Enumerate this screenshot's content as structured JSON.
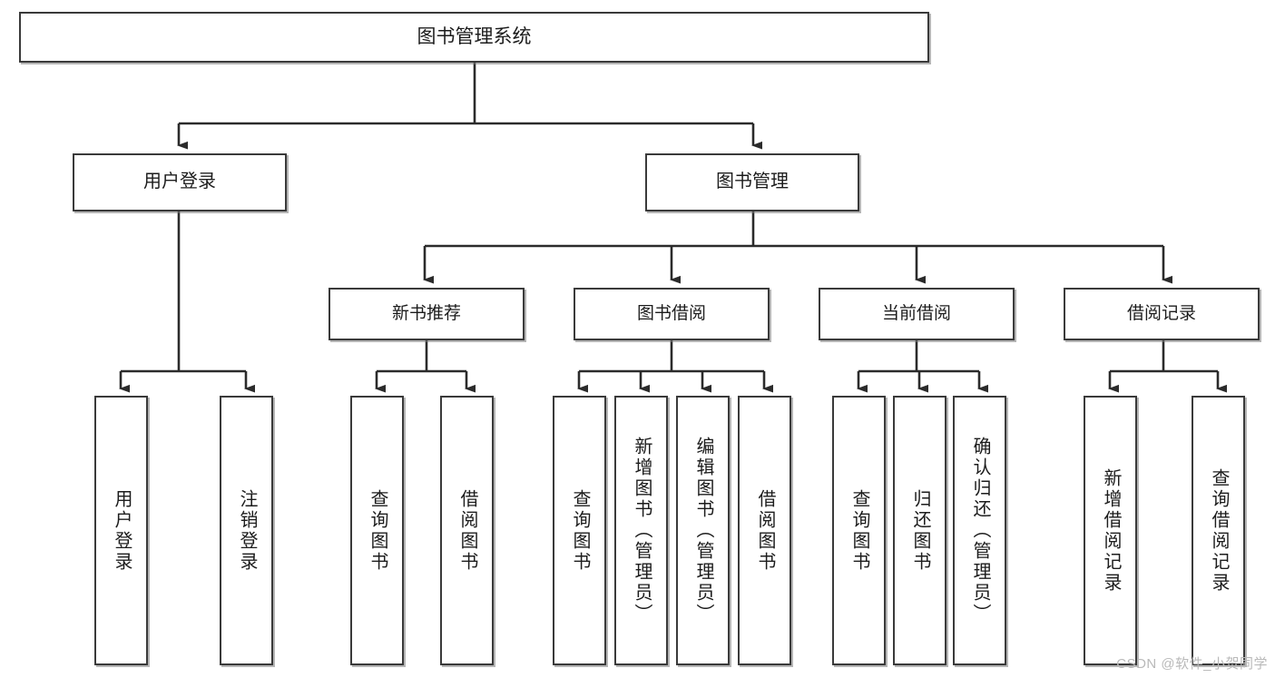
{
  "diagram": {
    "title": "图书管理系统",
    "type": "tree-hierarchy-diagram",
    "root": {
      "label": "图书管理系统"
    },
    "level2": [
      {
        "label": "用户登录"
      },
      {
        "label": "图书管理"
      }
    ],
    "level3": [
      {
        "label": "新书推荐"
      },
      {
        "label": "图书借阅"
      },
      {
        "label": "当前借阅"
      },
      {
        "label": "借阅记录"
      }
    ],
    "leaves": {
      "user_login": [
        {
          "label": "用户登录"
        },
        {
          "label": "注销登录"
        }
      ],
      "new_book_recommend": [
        {
          "label": "查询图书"
        },
        {
          "label": "借阅图书"
        }
      ],
      "book_borrow": [
        {
          "label": "查询图书"
        },
        {
          "label": "新增图书（管理员）"
        },
        {
          "label": "编辑图书（管理员）"
        },
        {
          "label": "借阅图书"
        }
      ],
      "current_borrow": [
        {
          "label": "查询图书"
        },
        {
          "label": "归还图书"
        },
        {
          "label": "确认归还（管理员）"
        }
      ],
      "borrow_record": [
        {
          "label": "新增借阅记录"
        },
        {
          "label": "查询借阅记录"
        }
      ]
    }
  },
  "watermark": {
    "text": "CSDN @软件_小贺同学"
  },
  "colors": {
    "box_border": "#3a3a3a",
    "line": "#2b2b2b",
    "text": "#1c1c1c",
    "background": "#ffffff",
    "watermark": "#b9b9b9"
  }
}
